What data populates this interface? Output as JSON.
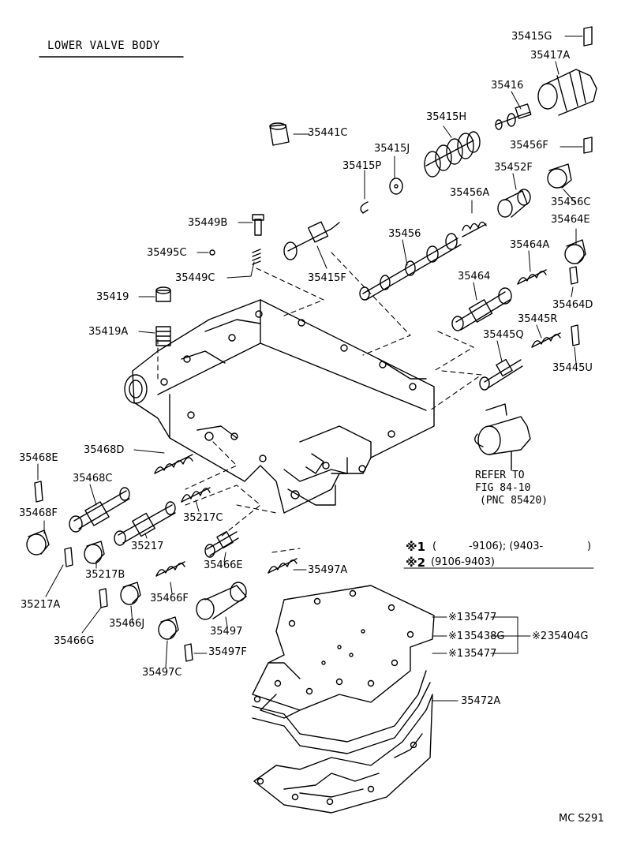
{
  "diagram": {
    "title": "LOWER VALVE BODY",
    "footer": "MC S291",
    "refer": [
      "REFER TO",
      "FIG 84-10",
      "(PNC 85420)"
    ],
    "notes": {
      "n1_mark": "※1",
      "n1_a": "(",
      "n1_b": "-9106); (9403-",
      "n1_c": ")",
      "n2_mark": "※2",
      "n2_text": "(9106-9403)"
    },
    "parts": {
      "p35415G": "35415G",
      "p35417A": "35417A",
      "p35416": "35416",
      "p35415H": "35415H",
      "p35441C": "35441C",
      "p35415J": "35415J",
      "p35456F": "35456F",
      "p35415P": "35415P",
      "p35452F": "35452F",
      "p35456A": "35456A",
      "p35456C": "35456C",
      "p35449B": "35449B",
      "p35464E": "35464E",
      "p35456": "35456",
      "p35495C": "35495C",
      "p35464A": "35464A",
      "p35449C": "35449C",
      "p35415F": "35415F",
      "p35464": "35464",
      "p35419": "35419",
      "p35464D": "35464D",
      "p35445R": "35445R",
      "p35419A": "35419A",
      "p35445Q": "35445Q",
      "p35445U": "35445U",
      "p35468D": "35468D",
      "p35468E": "35468E",
      "p35468C": "35468C",
      "p35217C": "35217C",
      "p35468F": "35468F",
      "p35217": "35217",
      "p35466E": "35466E",
      "p35497A": "35497A",
      "p35217B": "35217B",
      "p35466F": "35466F",
      "p35217A": "35217A",
      "p35466J": "35466J",
      "p35497": "35497",
      "p35466G": "35466G",
      "p35497F": "35497F",
      "p35497C": "35497C",
      "p35477a": "35477",
      "p35438G": "35438G",
      "p35404G": "35404G",
      "p35477b": "35477",
      "p35472A": "35472A"
    },
    "marks": {
      "m1a": "※1",
      "m1b": "※1",
      "m1c": "※1",
      "m2": "※2"
    }
  }
}
